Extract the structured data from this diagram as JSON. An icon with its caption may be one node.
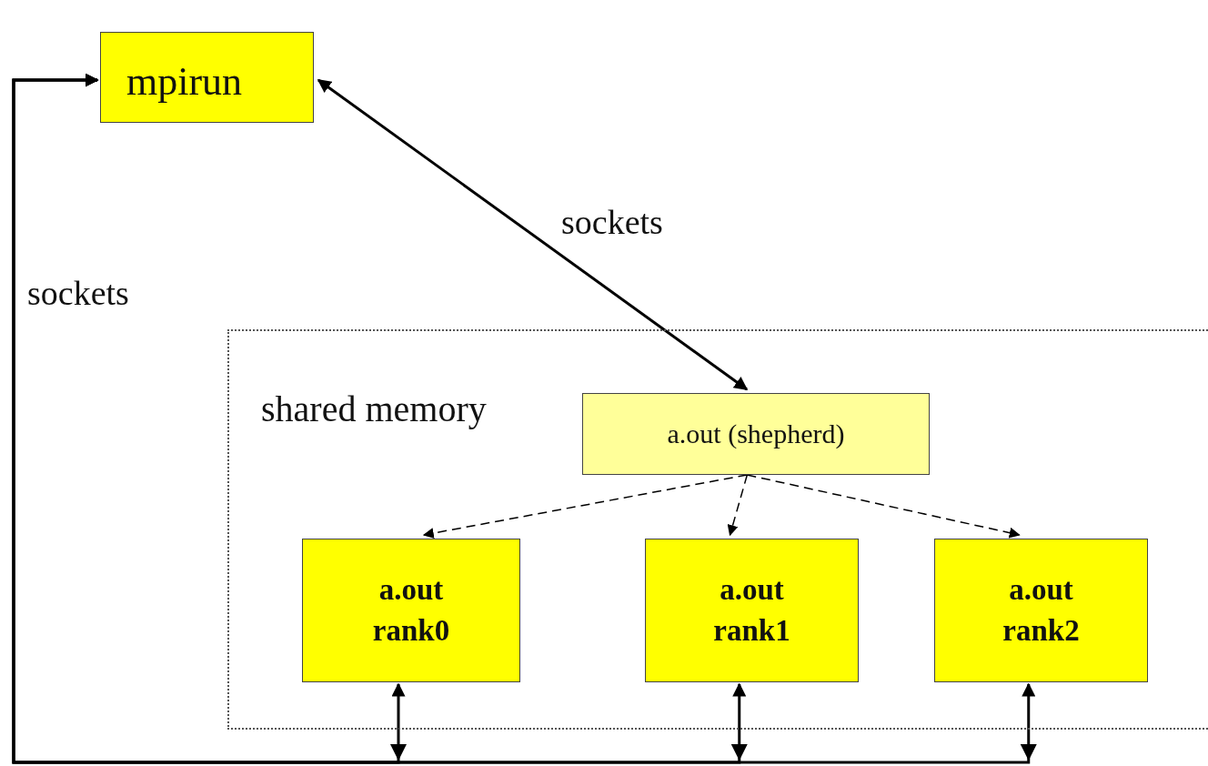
{
  "diagram": {
    "nodes": [
      {
        "text": [
          "mpirun"
        ]
      },
      {
        "text": [
          "shared memory"
        ]
      },
      {
        "text": [
          "a.out (shepherd)"
        ],
        "in": 1
      },
      {
        "text": [
          "a.out rank0"
        ],
        "in": 1
      },
      {
        "text": [
          "a.out rank1"
        ],
        "in": 1
      },
      {
        "text": [
          "a.out rank2"
        ],
        "in": 1
      }
    ],
    "edges": [
      {
        "from": 0,
        "to": 2,
        "arrow": "both",
        "label": "sockets"
      },
      {
        "from": 2,
        "to": 3,
        "arrow": "to",
        "style": "dashed"
      },
      {
        "from": 2,
        "to": 4,
        "arrow": "to",
        "style": "dashed"
      },
      {
        "from": 2,
        "to": 5,
        "arrow": "to",
        "style": "dashed"
      },
      {
        "from": 3,
        "to": 0,
        "arrow": "both",
        "label": "sockets"
      },
      {
        "from": 4,
        "to": 0,
        "arrow": "both"
      },
      {
        "from": 5,
        "to": 0,
        "arrow": "both"
      }
    ]
  }
}
